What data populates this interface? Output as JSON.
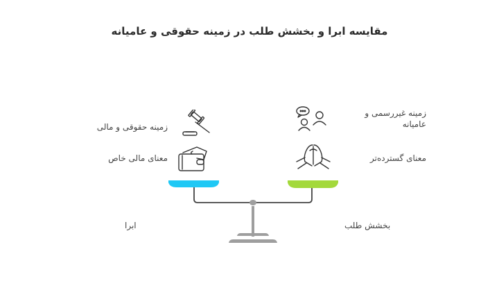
{
  "title": "مقایسه ابرا و بخشش طلب در زمینه حقوقی و عامیانه",
  "left": {
    "name": "ابرا",
    "color": "#1fc8f5",
    "items": [
      {
        "icon": "gavel-icon",
        "label": "زمینه حقوقی و مالی"
      },
      {
        "icon": "wallet-icon",
        "label": "معنای مالی خاص"
      }
    ]
  },
  "right": {
    "name": "بخشش طلب",
    "color": "#a3d93b",
    "items": [
      {
        "icon": "people-chat-icon",
        "label_line1": "زمینه غیررسمی و",
        "label_line2": "عامیانه"
      },
      {
        "icon": "praying-hands-icon",
        "label": "معنای گسترده‌تر"
      }
    ]
  },
  "scale": {
    "beam_color": "#444444",
    "stand_color": "#9e9e9e"
  }
}
